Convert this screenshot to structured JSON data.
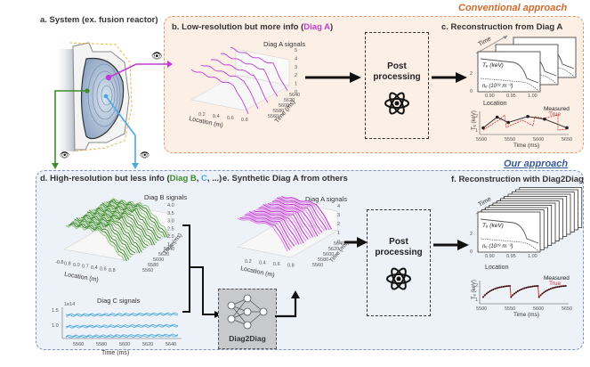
{
  "panels": {
    "a": {
      "label": "a.  System (ex. fusion reactor)"
    },
    "b": {
      "prefix": "b.  Low-resolution but more info (",
      "highlight": "Diag A",
      "suffix": ")",
      "plot_title": "Diag A signals",
      "xlabel": "Location (m)",
      "ylabel": "Time (ms)",
      "x_ticks": [
        "0.2",
        "0.4",
        "0.6",
        "0.8"
      ],
      "y_ticks": [
        "5560",
        "5580",
        "5600",
        "5620",
        "5640"
      ],
      "z_ticks": [
        "0",
        "1",
        "2",
        "3",
        "4",
        "5"
      ]
    },
    "c": {
      "label": "c.  Reconstruction from Diag A",
      "time_label": "Time",
      "te_label": "Tₑ (keV)",
      "ne_label": "nₑ (10¹⁹ m⁻³)",
      "x_ticks": [
        "0.90",
        "0.95",
        "1.00"
      ],
      "y_ticks": [
        "0",
        "2"
      ],
      "xlabel": "Location",
      "trace": {
        "ylabel": "Tₑ (keV)",
        "xlabel": "Time (ms)",
        "x_ticks": [
          "5500",
          "5550",
          "5600",
          "5650"
        ],
        "y_ticks": [
          "1",
          "2"
        ],
        "legend_measured": "Measured",
        "legend_true": "True"
      }
    },
    "d": {
      "prefix": "d.  High-resolution but less info (",
      "diag_b": "Diag B",
      "sep": ", ",
      "diag_c": "C",
      "suffix": ", ...)",
      "plot_b_title": "Diag B signals",
      "b_xlabel": "Location (m)",
      "b_ylabel": "Time (ms)",
      "b_x_ticks": [
        "-0.8",
        "0.8",
        "0.0",
        "0.7",
        "0.4",
        "0.6",
        "0.8"
      ],
      "b_y_ticks": [
        "5560",
        "5580",
        "5600",
        "5620",
        "5640"
      ],
      "b_z_ticks": [
        "1.5",
        "2.0",
        "2.5",
        "3.0",
        "3.5",
        "4.0"
      ],
      "plot_c_title": "Diag C signals",
      "c_scale": "1e14",
      "c_y_ticks": [
        "1.0",
        "1.5"
      ],
      "c_x_ticks": [
        "5560",
        "5580",
        "5600",
        "5620",
        "5640"
      ],
      "c_xlabel": "Time (ms)"
    },
    "e": {
      "label": "e.  Synthetic Diag A from others",
      "plot_title": "Diag A signals",
      "xlabel": "Location (m)",
      "ylabel": "Time (ms)",
      "x_ticks": [
        "0.2",
        "0.4",
        "0.6",
        "0.8"
      ],
      "y_ticks": [
        "5560",
        "5580",
        "5600",
        "5620",
        "5640"
      ],
      "z_ticks": [
        "0",
        "1",
        "2",
        "3",
        "4"
      ],
      "model_label": "Diag2Diag"
    },
    "f": {
      "label": "f.  Reconstruction with Diag2Diag",
      "time_label": "Time",
      "te_label": "Tₑ (keV)",
      "ne_label": "nₑ (10¹⁹ m⁻³)",
      "x_ticks": [
        "0.90",
        "0.95",
        "1.00"
      ],
      "y_ticks": [
        "0",
        "2"
      ],
      "xlabel": "Location",
      "trace": {
        "ylabel": "Tₑ (keV)",
        "xlabel": "Time (ms)",
        "x_ticks": [
          "5500",
          "5550",
          "5600",
          "5650"
        ],
        "y_ticks": [
          "1",
          "2"
        ],
        "legend_measured": "Measured",
        "legend_true": "True"
      }
    }
  },
  "post_processing": {
    "label_line1": "Post",
    "label_line2": "processing"
  },
  "approaches": {
    "conventional": "Conventional approach",
    "ours": "Our approach"
  },
  "colors": {
    "diag_a": "#c23bd4",
    "diag_b": "#3c8c2c",
    "diag_c": "#4aa8e0",
    "conventional": "#d06a2a",
    "ours": "#3b5a98",
    "true": "#e03030",
    "measured": "#222222"
  }
}
